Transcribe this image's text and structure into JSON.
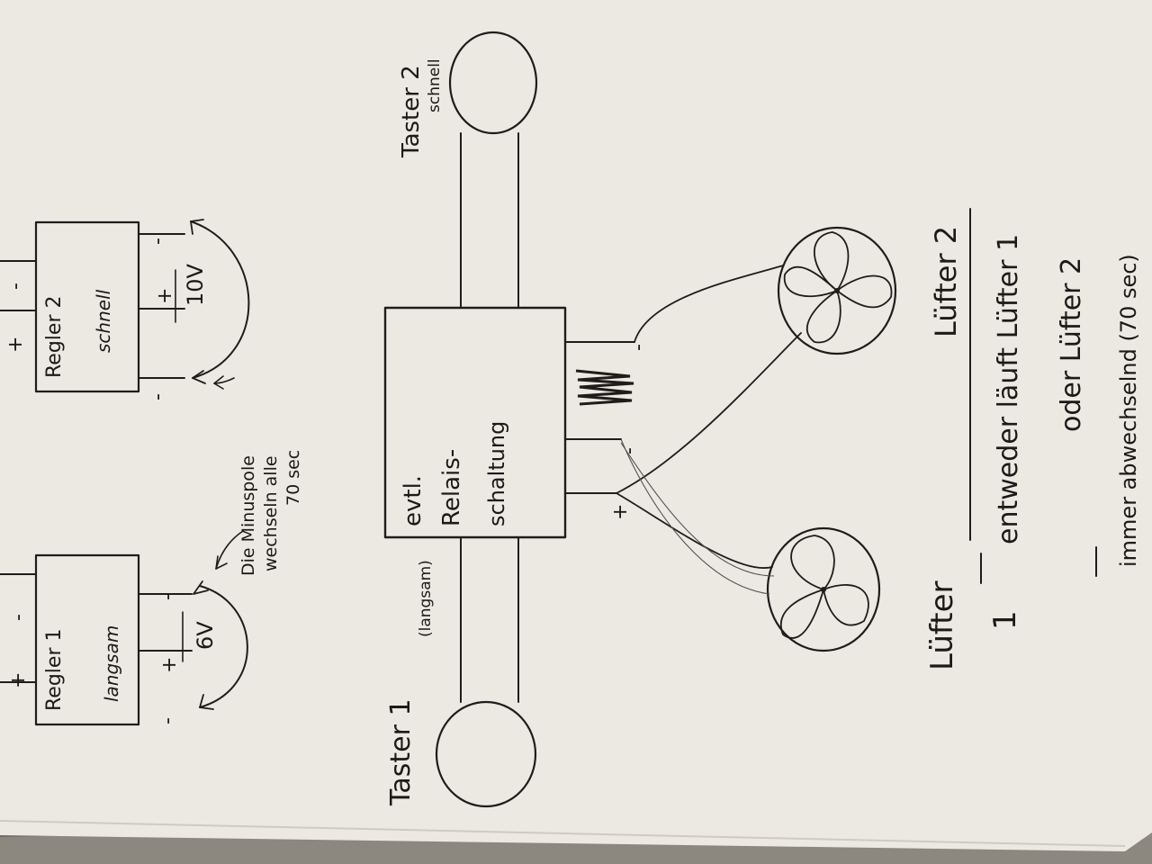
{
  "regulator1": {
    "name": "Regler 1",
    "mode": "langsam",
    "plus": "+",
    "minus": "-",
    "voltage": "6V"
  },
  "regulator2": {
    "name": "Regler 2",
    "mode": "schnell",
    "plus": "+",
    "minus": "-",
    "voltage": "10V"
  },
  "minus_note": [
    "Die Minuspole",
    "wechseln alle",
    "70 sec"
  ],
  "relay": {
    "lines": [
      "evtl.",
      "Relais-",
      "schaltung"
    ],
    "plus": "+",
    "minus": "-"
  },
  "button1": {
    "label": "Taster 1",
    "mode": "(langsam)"
  },
  "button2": {
    "label": "Taster 2",
    "mode": "schnell"
  },
  "fan1": {
    "label": "Lüfter",
    "number": "1"
  },
  "fan2": {
    "label": "Lüfter 2"
  },
  "note": [
    "entweder läuft Lüfter 1",
    "oder Lüfter 2",
    "immer abwechselnd (70 sec)"
  ]
}
